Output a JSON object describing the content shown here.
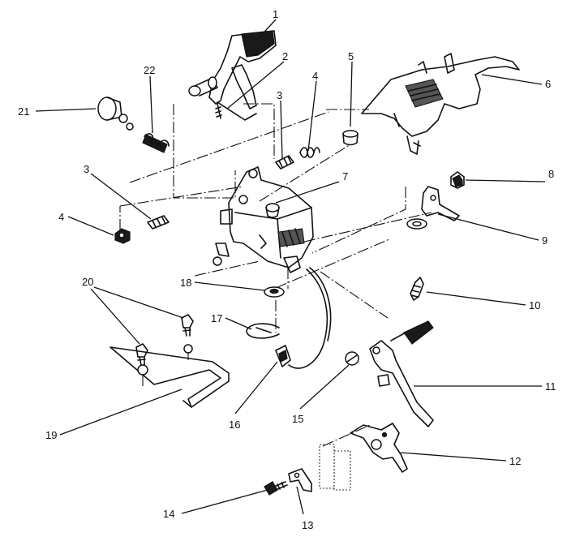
{
  "callouts": [
    "1",
    "2",
    "3",
    "3",
    "4",
    "4",
    "5",
    "6",
    "7",
    "8",
    "9",
    "10",
    "11",
    "12",
    "13",
    "14",
    "15",
    "16",
    "17",
    "18",
    "19",
    "20",
    "21",
    "22"
  ]
}
